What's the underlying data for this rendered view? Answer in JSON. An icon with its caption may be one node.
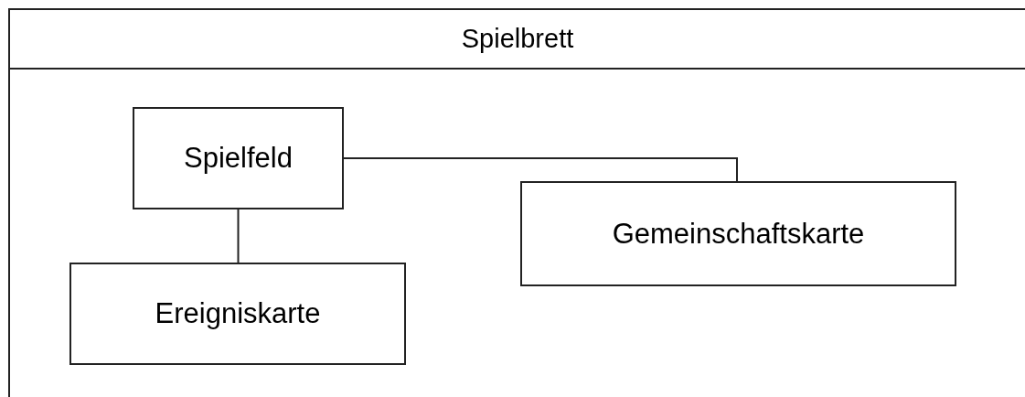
{
  "diagram": {
    "nodes": [
      {
        "text": [
          "Spielbrett"
        ]
      },
      {
        "text": [
          "Spielfeld"
        ],
        "in": 0
      },
      {
        "text": [
          "Gemeinschaftskarte"
        ],
        "in": 0
      },
      {
        "text": [
          "Ereigniskarte"
        ],
        "in": 0
      }
    ],
    "edges": [
      {
        "from": 1,
        "to": 2,
        "arrow": "none"
      },
      {
        "from": 1,
        "to": 3,
        "arrow": "none"
      }
    ]
  }
}
